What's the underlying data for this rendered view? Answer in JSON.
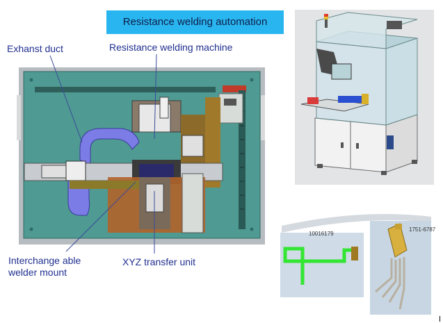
{
  "title": "Resistance welding automation",
  "labels": {
    "exhaust_duct": "Exhanst duct",
    "resistance_welding_machine": "Resistance welding machine",
    "interchangeable_mount_line1": "Interchange able",
    "interchangeable_mount_line2": "welder mount",
    "xyz_transfer_unit": "XYZ transfer unit"
  },
  "part_numbers": {
    "left_part": "10016179",
    "right_part": "1751-6787"
  },
  "colors": {
    "title_background": "#29b6f0",
    "label_text": "#1f2f8f",
    "baseplate": "#4f9a92",
    "duct": "#7c7ce6",
    "green_part": "#33e633",
    "gold_part": "#d8b040"
  }
}
